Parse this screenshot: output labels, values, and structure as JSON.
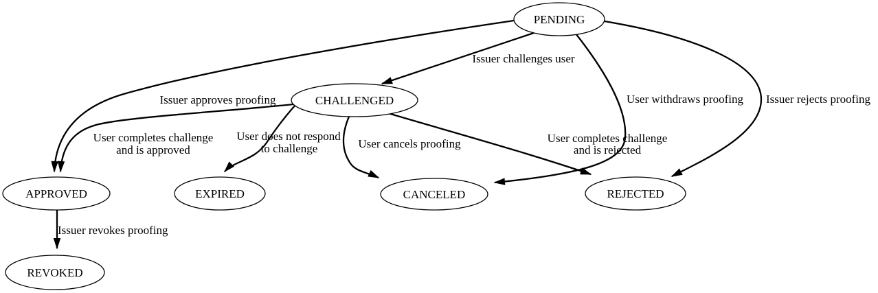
{
  "diagram": {
    "colors": {
      "ink": "#000000",
      "background": "#ffffff",
      "node_fill": "#ffffff"
    },
    "nodes": [
      {
        "id": "pending",
        "label": "PENDING"
      },
      {
        "id": "challenged",
        "label": "CHALLENGED"
      },
      {
        "id": "approved",
        "label": "APPROVED"
      },
      {
        "id": "expired",
        "label": "EXPIRED"
      },
      {
        "id": "canceled",
        "label": "CANCELED"
      },
      {
        "id": "rejected",
        "label": "REJECTED"
      },
      {
        "id": "revoked",
        "label": "REVOKED"
      }
    ],
    "edges": [
      {
        "from": "PENDING",
        "to": "CHALLENGED",
        "lines": [
          "Issuer challenges user"
        ]
      },
      {
        "from": "PENDING",
        "to": "APPROVED",
        "lines": [
          "Issuer approves proofing"
        ]
      },
      {
        "from": "PENDING",
        "to": "CANCELED",
        "lines": [
          "User withdraws proofing"
        ]
      },
      {
        "from": "PENDING",
        "to": "REJECTED",
        "lines": [
          "Issuer rejects proofing"
        ]
      },
      {
        "from": "CHALLENGED",
        "to": "APPROVED",
        "lines": [
          "User completes challenge",
          "and is approved"
        ]
      },
      {
        "from": "CHALLENGED",
        "to": "EXPIRED",
        "lines": [
          "User does not respond",
          "to challenge"
        ]
      },
      {
        "from": "CHALLENGED",
        "to": "CANCELED",
        "lines": [
          "User cancels proofing"
        ]
      },
      {
        "from": "CHALLENGED",
        "to": "REJECTED",
        "lines": [
          "User completes challenge",
          "and is rejected"
        ]
      },
      {
        "from": "APPROVED",
        "to": "REVOKED",
        "lines": [
          "Issuer revokes proofing"
        ]
      }
    ]
  }
}
